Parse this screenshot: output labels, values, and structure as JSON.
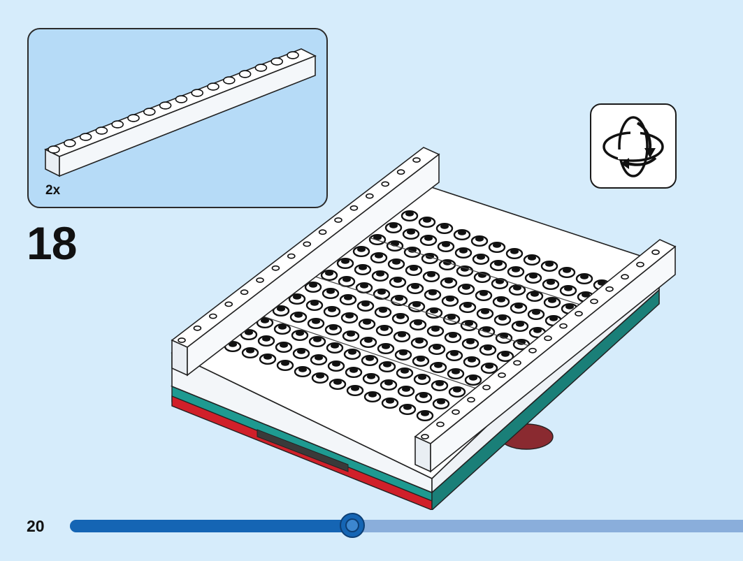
{
  "parts_callout": {
    "quantity": "2x",
    "part": "white-1x16-brick-icon"
  },
  "step": {
    "number": "18"
  },
  "rotate_hint": {
    "icon": "rotate-model-icon"
  },
  "page": {
    "number": "20"
  },
  "progress": {
    "fraction": 0.42
  },
  "colors": {
    "background": "#d6ecfb",
    "callout_bg": "#b6dbf7",
    "progress_fill": "#1565b4",
    "progress_track": "#8aaedb",
    "teal_plate": "#1e9a91",
    "red_plate": "#d0202a"
  }
}
